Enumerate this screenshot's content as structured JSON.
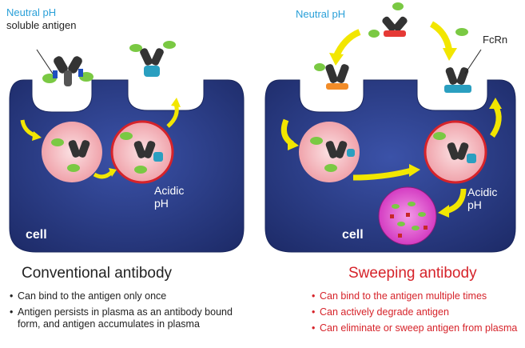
{
  "colors": {
    "cell": "#2c3f8c",
    "cell_edge": "#1e2c6a",
    "vesicle": "#f4b7bd",
    "vesicle_ring": "#d6232a",
    "arrow": "#f2e600",
    "neutral_label": "#2aa0d8",
    "sweep_title": "#d6232a",
    "lysosome": "#e24fd2"
  },
  "left": {
    "label_neutral": "Neutral pH",
    "label_antigen": "soluble antigen",
    "label_acidic": "Acidic\npH",
    "label_cell": "cell",
    "title": "Conventional antibody",
    "bullets": [
      "Can bind to the antigen only once",
      "Antigen persists in plasma as an antibody bound form, and antigen accumulates in plasma"
    ]
  },
  "right": {
    "label_neutral": "Neutral pH",
    "label_fcrn": "FcRn",
    "label_acidic": "Acidic\npH",
    "label_cell": "cell",
    "title": "Sweeping antibody",
    "bullets": [
      "Can bind to the antigen multiple times",
      "Can actively degrade antigen",
      "Can eliminate or sweep antigen from plasma"
    ]
  }
}
